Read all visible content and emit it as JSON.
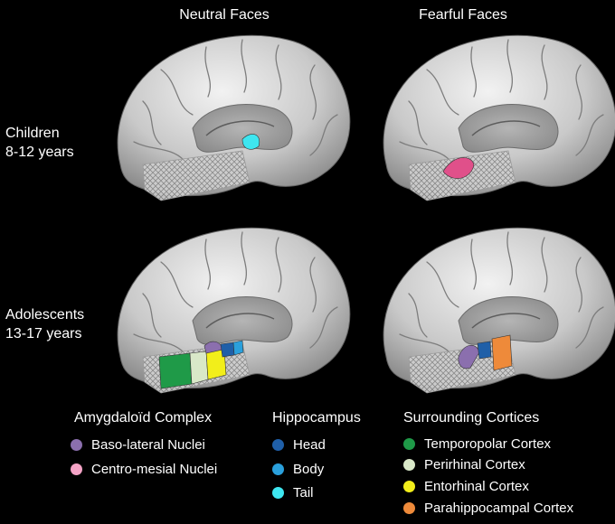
{
  "columns": [
    {
      "title": "Neutral Faces"
    },
    {
      "title": "Fearful Faces"
    }
  ],
  "rows": [
    {
      "line1": "Children",
      "line2": "8-12 years"
    },
    {
      "line1": "Adolescents",
      "line2": "13-17 years"
    }
  ],
  "legend": {
    "amygdala": {
      "title": "Amygdaloïd Complex",
      "items": [
        {
          "label": "Baso-lateral Nuclei",
          "color": "#8b6fae"
        },
        {
          "label": "Centro-mesial Nuclei",
          "color": "#f4a3c6"
        }
      ]
    },
    "hippocampus": {
      "title": "Hippocampus",
      "items": [
        {
          "label": "Head",
          "color": "#1f5fa8"
        },
        {
          "label": "Body",
          "color": "#2aa0dc"
        },
        {
          "label": "Tail",
          "color": "#3ee6f0"
        }
      ]
    },
    "cortices": {
      "title": "Surrounding Cortices",
      "items": [
        {
          "label": "Temporopolar Cortex",
          "color": "#1f9a48"
        },
        {
          "label": "Perirhinal Cortex",
          "color": "#d9e8c8"
        },
        {
          "label": "Entorhinal Cortex",
          "color": "#f2ee1a"
        },
        {
          "label": "Parahippocampal Cortex",
          "color": "#ee8a3a"
        }
      ]
    }
  },
  "highlight_colors": {
    "temporopolar": "#1f9a48",
    "perirhinal": "#d9e8c8",
    "entorhinal": "#f2ee1a",
    "parahippocampal": "#ee8a3a",
    "baso_lateral": "#8b6fae",
    "centro_mesial": "#e0508a",
    "hippocampus_head": "#1f5fa8",
    "hippocampus_body": "#2aa0dc",
    "hippocampus_tail": "#3ee6f0"
  }
}
